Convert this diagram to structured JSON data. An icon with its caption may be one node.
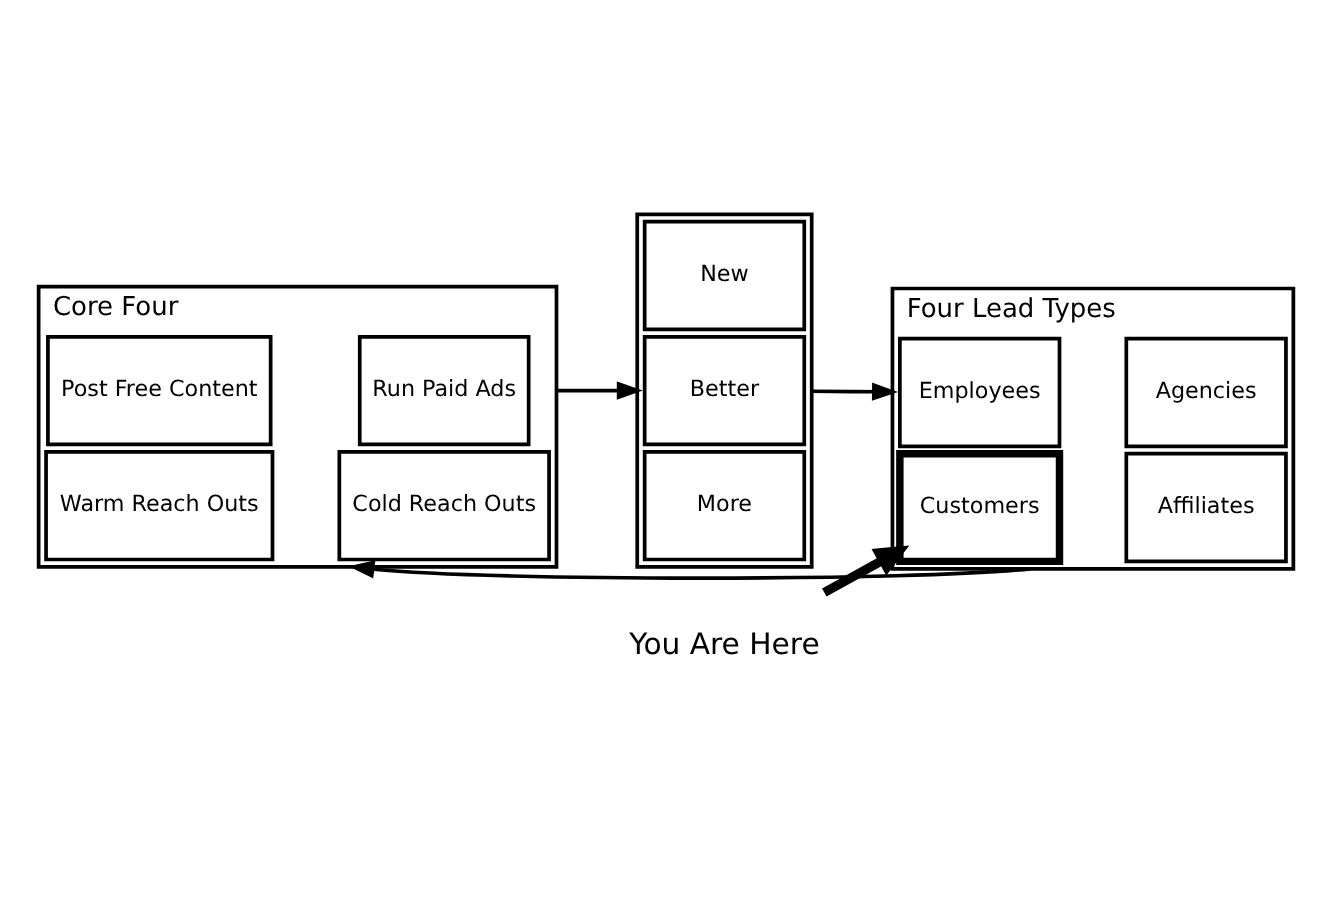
{
  "diagram": {
    "nodes": [
      {
        "text": [
          "Core Four"
        ]
      },
      {
        "text": [
          "Warm Reach Outs"
        ],
        "in": 0
      },
      {
        "text": [
          "Cold Reach Outs"
        ],
        "in": 0
      },
      {
        "text": [
          "Post Free Content"
        ],
        "in": 0
      },
      {
        "text": [
          "Run Paid Ads"
        ],
        "in": 0
      },
      {
        "text": [],
        "shape": "box"
      },
      {
        "text": [
          "More"
        ],
        "in": 5
      },
      {
        "text": [
          "Better"
        ],
        "in": 5
      },
      {
        "text": [
          "New"
        ],
        "in": 5
      },
      {
        "text": [
          "Four Lead Types"
        ]
      },
      {
        "text": [
          "Customers"
        ],
        "in": 9
      },
      {
        "text": [
          "Affiliates"
        ],
        "in": 9
      },
      {
        "text": [
          "Employees"
        ],
        "in": 9
      },
      {
        "text": [
          "Agencies"
        ],
        "in": 9
      },
      {
        "text": [
          "You Are Here"
        ]
      }
    ],
    "edges": [
      {
        "from": 0,
        "to": 5,
        "arrow": "to"
      },
      {
        "from": 5,
        "to": 9,
        "arrow": "to"
      },
      {
        "from": 9,
        "to": 0,
        "arrow": "to"
      },
      {
        "from": 14,
        "to": 10,
        "arrow": "to",
        "style": "thick"
      }
    ]
  }
}
